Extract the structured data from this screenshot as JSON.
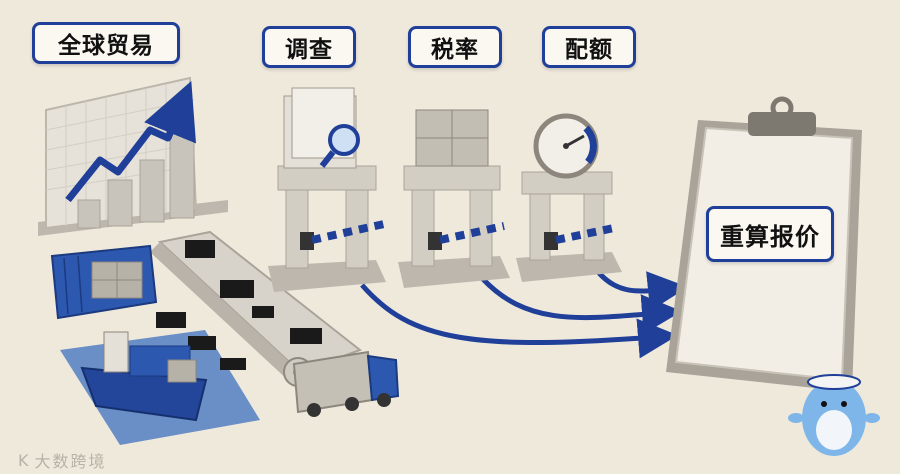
{
  "labels": {
    "global_trade": "全球贸易",
    "investigation": "调查",
    "tax_rate": "税率",
    "quota": "配额",
    "requote": "重算报价"
  },
  "brand": {
    "logo_text": "K",
    "name": "大数跨境"
  },
  "colors": {
    "background": "#efe9dc",
    "accent_blue": "#1f3f99",
    "stone": "#cfcbc2"
  },
  "icons": [
    "rising-chart-icon",
    "shipping-container-icon",
    "cargo-ship-icon",
    "truck-icon",
    "conveyor-belt-icon",
    "microchip-icon",
    "folder-magnifier-icon",
    "boxes-icon",
    "gauge-icon",
    "barrier-gate-icon",
    "clipboard-icon",
    "mascot-icon"
  ]
}
